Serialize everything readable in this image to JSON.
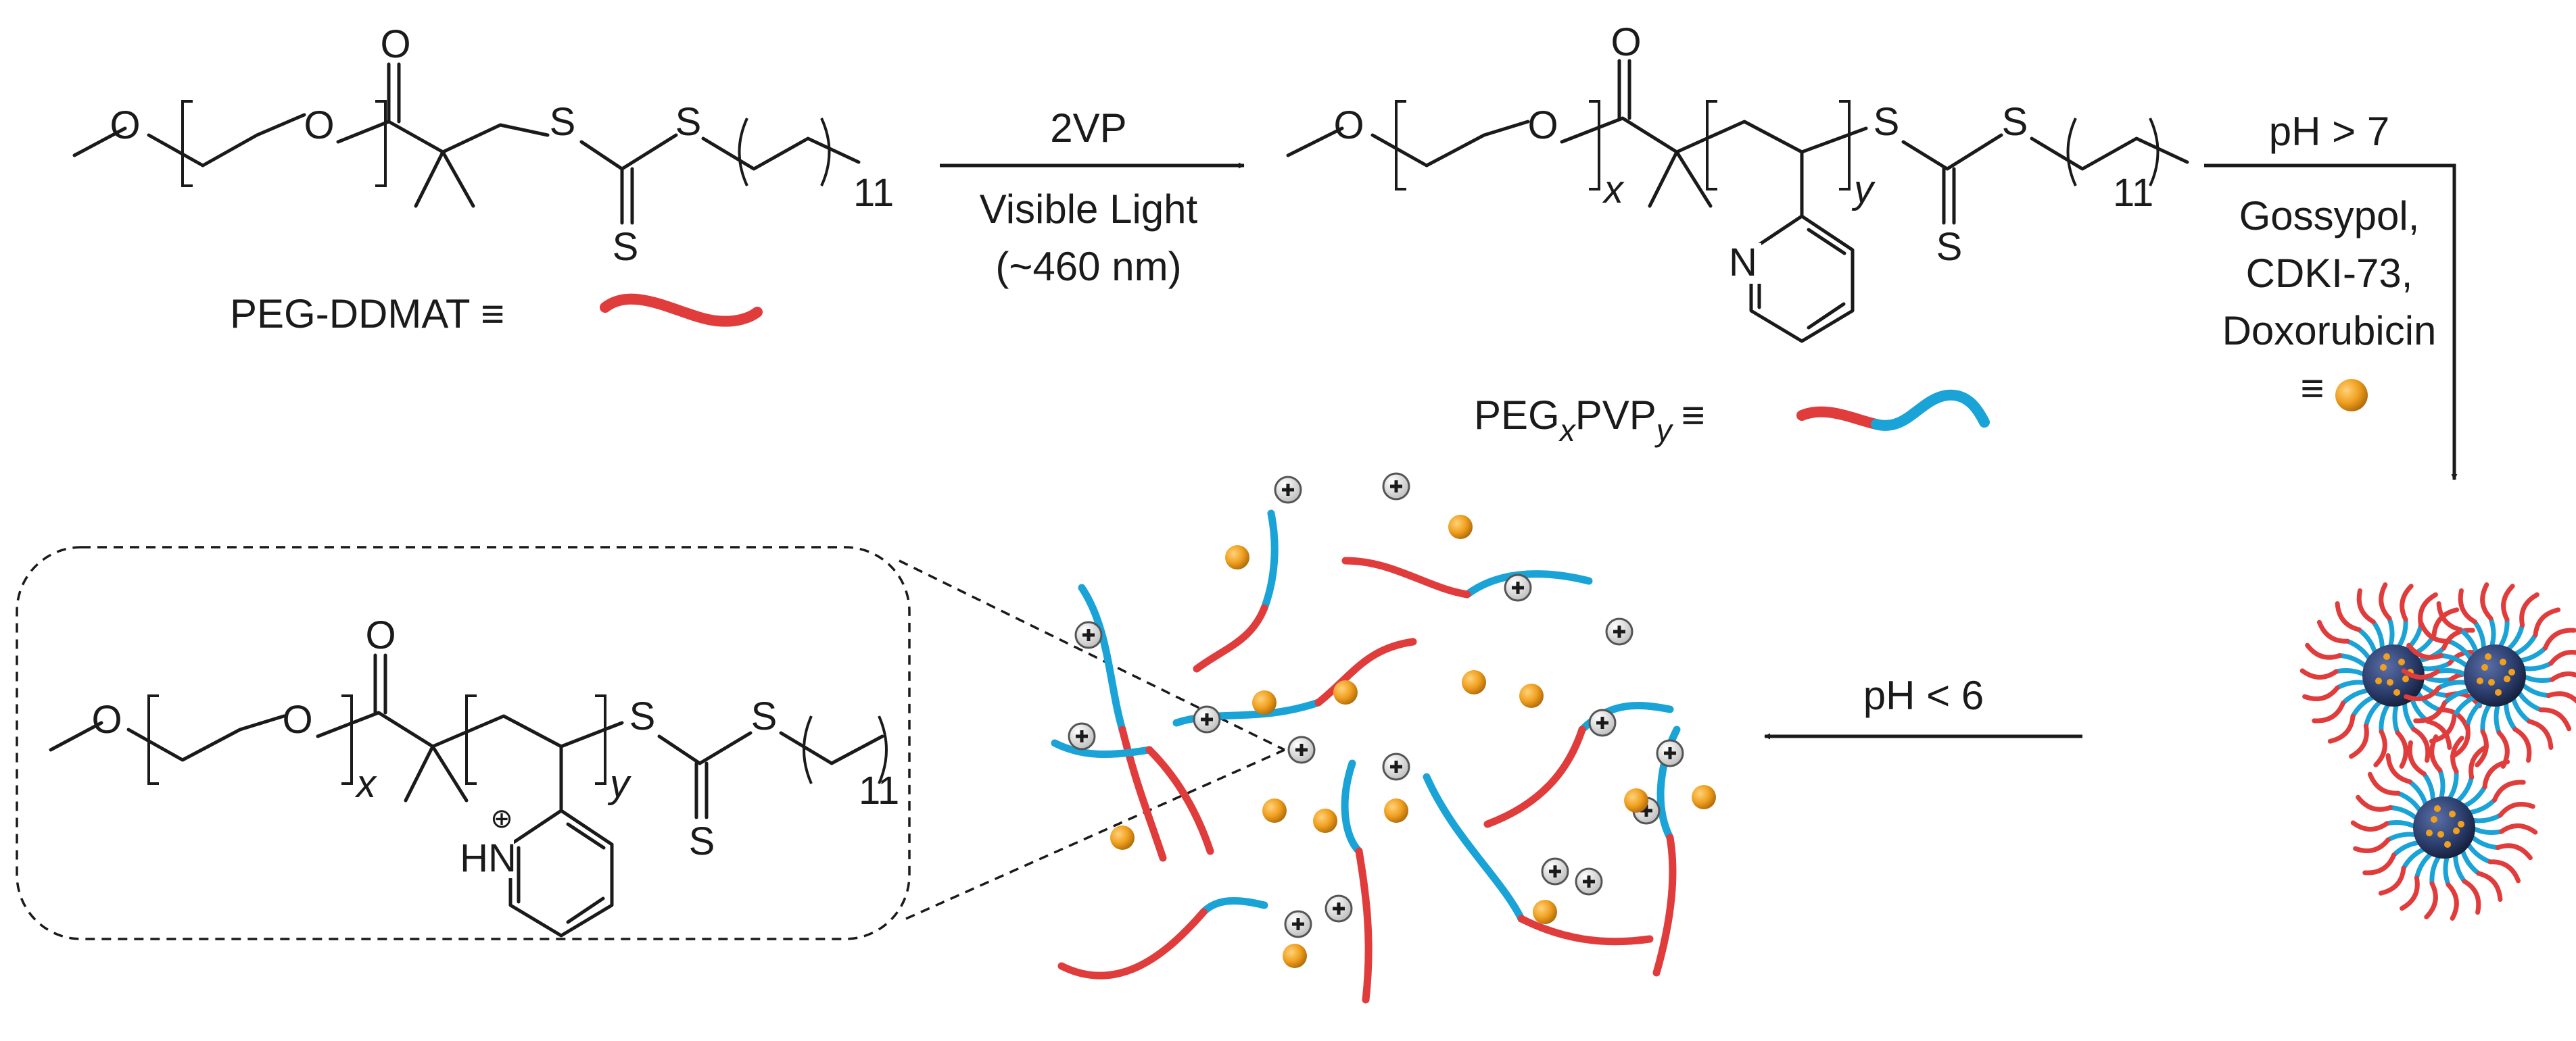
{
  "atoms": {
    "oxygen": "O",
    "sulfur": "S",
    "nitrogen": "N",
    "protonated_nitrogen": "HN",
    "plus": "+",
    "plus_circle": "⊕"
  },
  "subscripts": {
    "eleven": "11",
    "x": "x",
    "y": "y"
  },
  "labels": {
    "peg_ddmat": "PEG-DDMAT ≡",
    "peg_pvp_a": "PEG",
    "peg_pvp_x": "x",
    "peg_pvp_b": "PVP",
    "peg_pvp_y": "y",
    "peg_pvp_eq": "≡"
  },
  "arrows": {
    "step1_above": "2VP",
    "step1_below_1": "Visible Light",
    "step1_below_2": "(~460 nm)",
    "step2_above": "pH > 7",
    "step2_below_1": "Gossypol,",
    "step2_below_2": "CDKI-73,",
    "step2_below_3": "Doxorubicin",
    "step2_below_4": "≡",
    "step3_above": "pH < 6"
  },
  "colors": {
    "peg_red": "#e03c3c",
    "pvp_blue": "#1aa3d6",
    "drug_orange": "#f0a020",
    "core_navy": "#2d3f6e",
    "line_black": "#1a1a1a"
  }
}
